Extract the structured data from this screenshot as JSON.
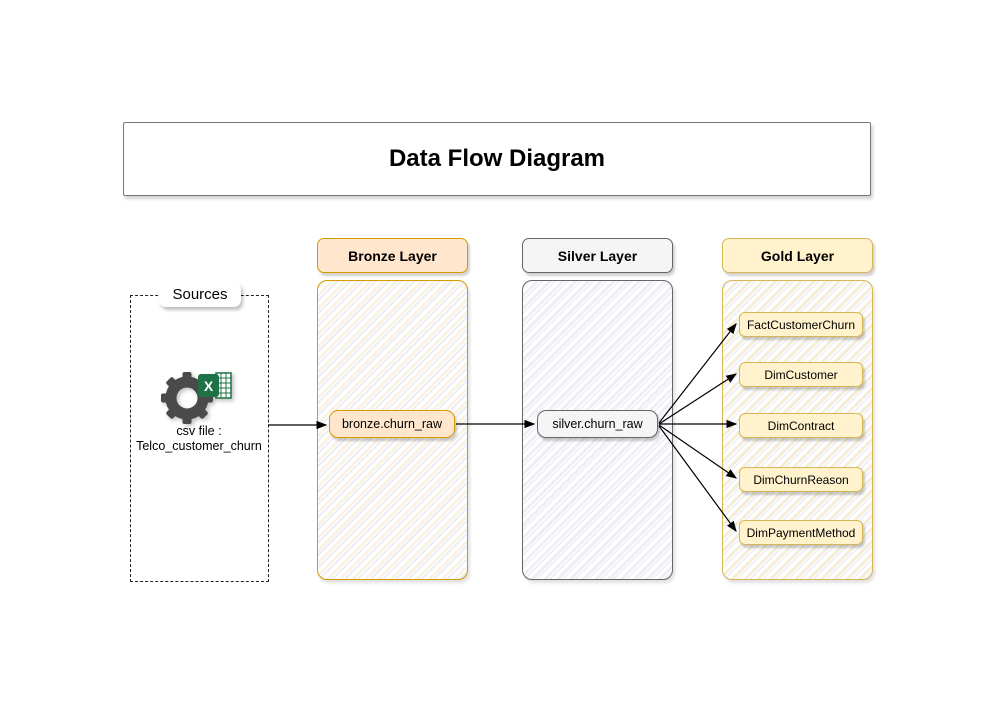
{
  "diagram": {
    "title": "Data Flow Diagram",
    "sources": {
      "label": "Sources",
      "icon": "excel-gear-icon",
      "caption_line1": "csv file :",
      "caption_line2": "Telco_customer_churn"
    },
    "layers": [
      {
        "id": "bronze",
        "label": "Bronze Layer",
        "fill": "#ffe6cc",
        "border": "#d79b00",
        "nodes": [
          "bronze.churn_raw"
        ]
      },
      {
        "id": "silver",
        "label": "Silver Layer",
        "fill": "#f5f5f5",
        "border": "#666666",
        "nodes": [
          "silver.churn_raw"
        ]
      },
      {
        "id": "gold",
        "label": "Gold Layer",
        "fill": "#fff2cc",
        "border": "#d6b656",
        "nodes": [
          "FactCustomerChurn",
          "DimCustomer",
          "DimContract",
          "DimChurnReason",
          "DimPaymentMethod"
        ]
      }
    ],
    "edges": [
      {
        "from": "Telco_customer_churn csv file",
        "to": "bronze.churn_raw"
      },
      {
        "from": "bronze.churn_raw",
        "to": "silver.churn_raw"
      },
      {
        "from": "silver.churn_raw",
        "to": "FactCustomerChurn"
      },
      {
        "from": "silver.churn_raw",
        "to": "DimCustomer"
      },
      {
        "from": "silver.churn_raw",
        "to": "DimContract"
      },
      {
        "from": "silver.churn_raw",
        "to": "DimChurnReason"
      },
      {
        "from": "silver.churn_raw",
        "to": "DimPaymentMethod"
      }
    ],
    "colors": {
      "arrow": "#000000",
      "excel_green": "#217346",
      "gear_gray": "#4d4d4d",
      "canvas_background": "#ffffff"
    }
  }
}
